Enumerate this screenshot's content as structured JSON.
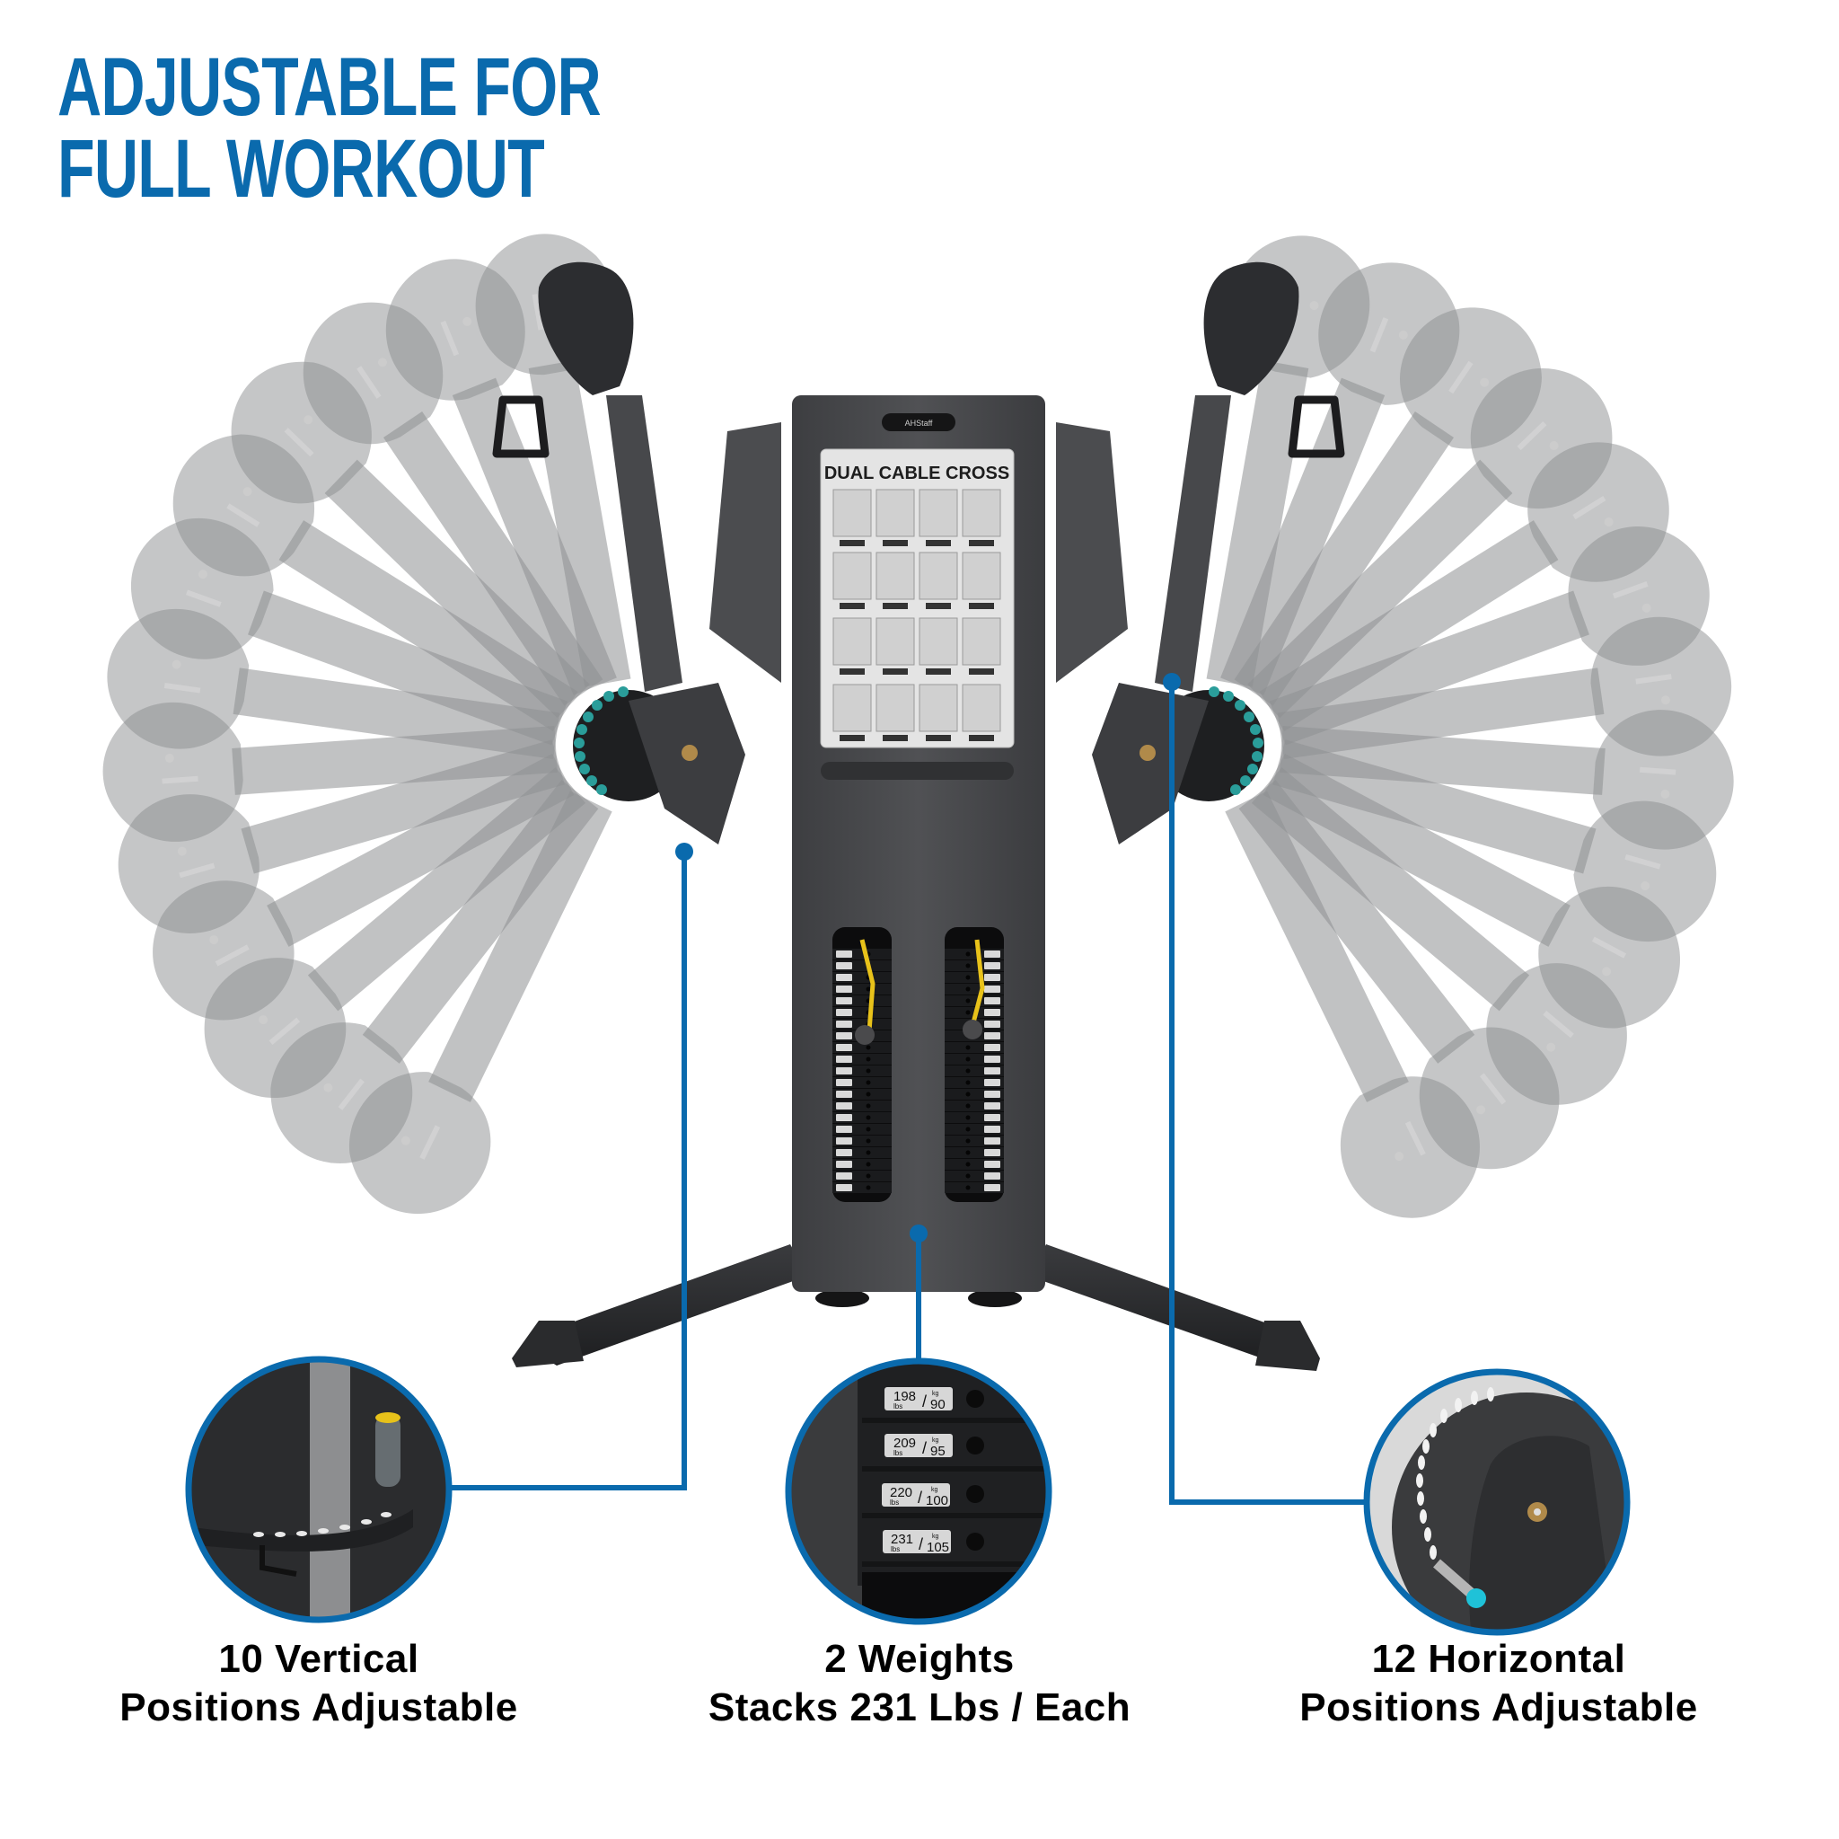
{
  "headline": {
    "line1": "ADJUSTABLE FOR",
    "line2": "FULL WORKOUT",
    "color": "#0a6aad"
  },
  "machine": {
    "name": "Dual Cable Cross",
    "placard_title": "DUAL CABLE CROSS",
    "placard_exercise_tiles": 16,
    "brand_badge": "AHStaff",
    "stacks": 2,
    "plates_per_stack": 21,
    "frame_color": "#4a4b4e",
    "pin_color": "#e8c21a",
    "pivot_pin_color": "#2a9d9a"
  },
  "callouts": [
    {
      "id": "vertical",
      "caption_line1": "10 Vertical",
      "caption_line2": "Positions Adjustable",
      "detail": "vertical adjustment plate with pull-pin"
    },
    {
      "id": "weights",
      "caption_line1": "2 Weights",
      "caption_line2": "Stacks 231 Lbs / Each",
      "plates": [
        {
          "lbs": "198",
          "lbs_unit": "lbs",
          "kg": "90",
          "kg_unit": "kg"
        },
        {
          "lbs": "209",
          "lbs_unit": "lbs",
          "kg": "95",
          "kg_unit": "kg"
        },
        {
          "lbs": "220",
          "lbs_unit": "lbs",
          "kg": "100",
          "kg_unit": "kg"
        },
        {
          "lbs": "231",
          "lbs_unit": "lbs",
          "kg": "105",
          "kg_unit": "kg"
        }
      ]
    },
    {
      "id": "horizontal",
      "caption_line1": "12 Horizontal",
      "caption_line2": "Positions Adjustable",
      "detail": "pivot disc with indexed holes and teal pull-knob"
    }
  ],
  "callout_color": "#0a6aad"
}
